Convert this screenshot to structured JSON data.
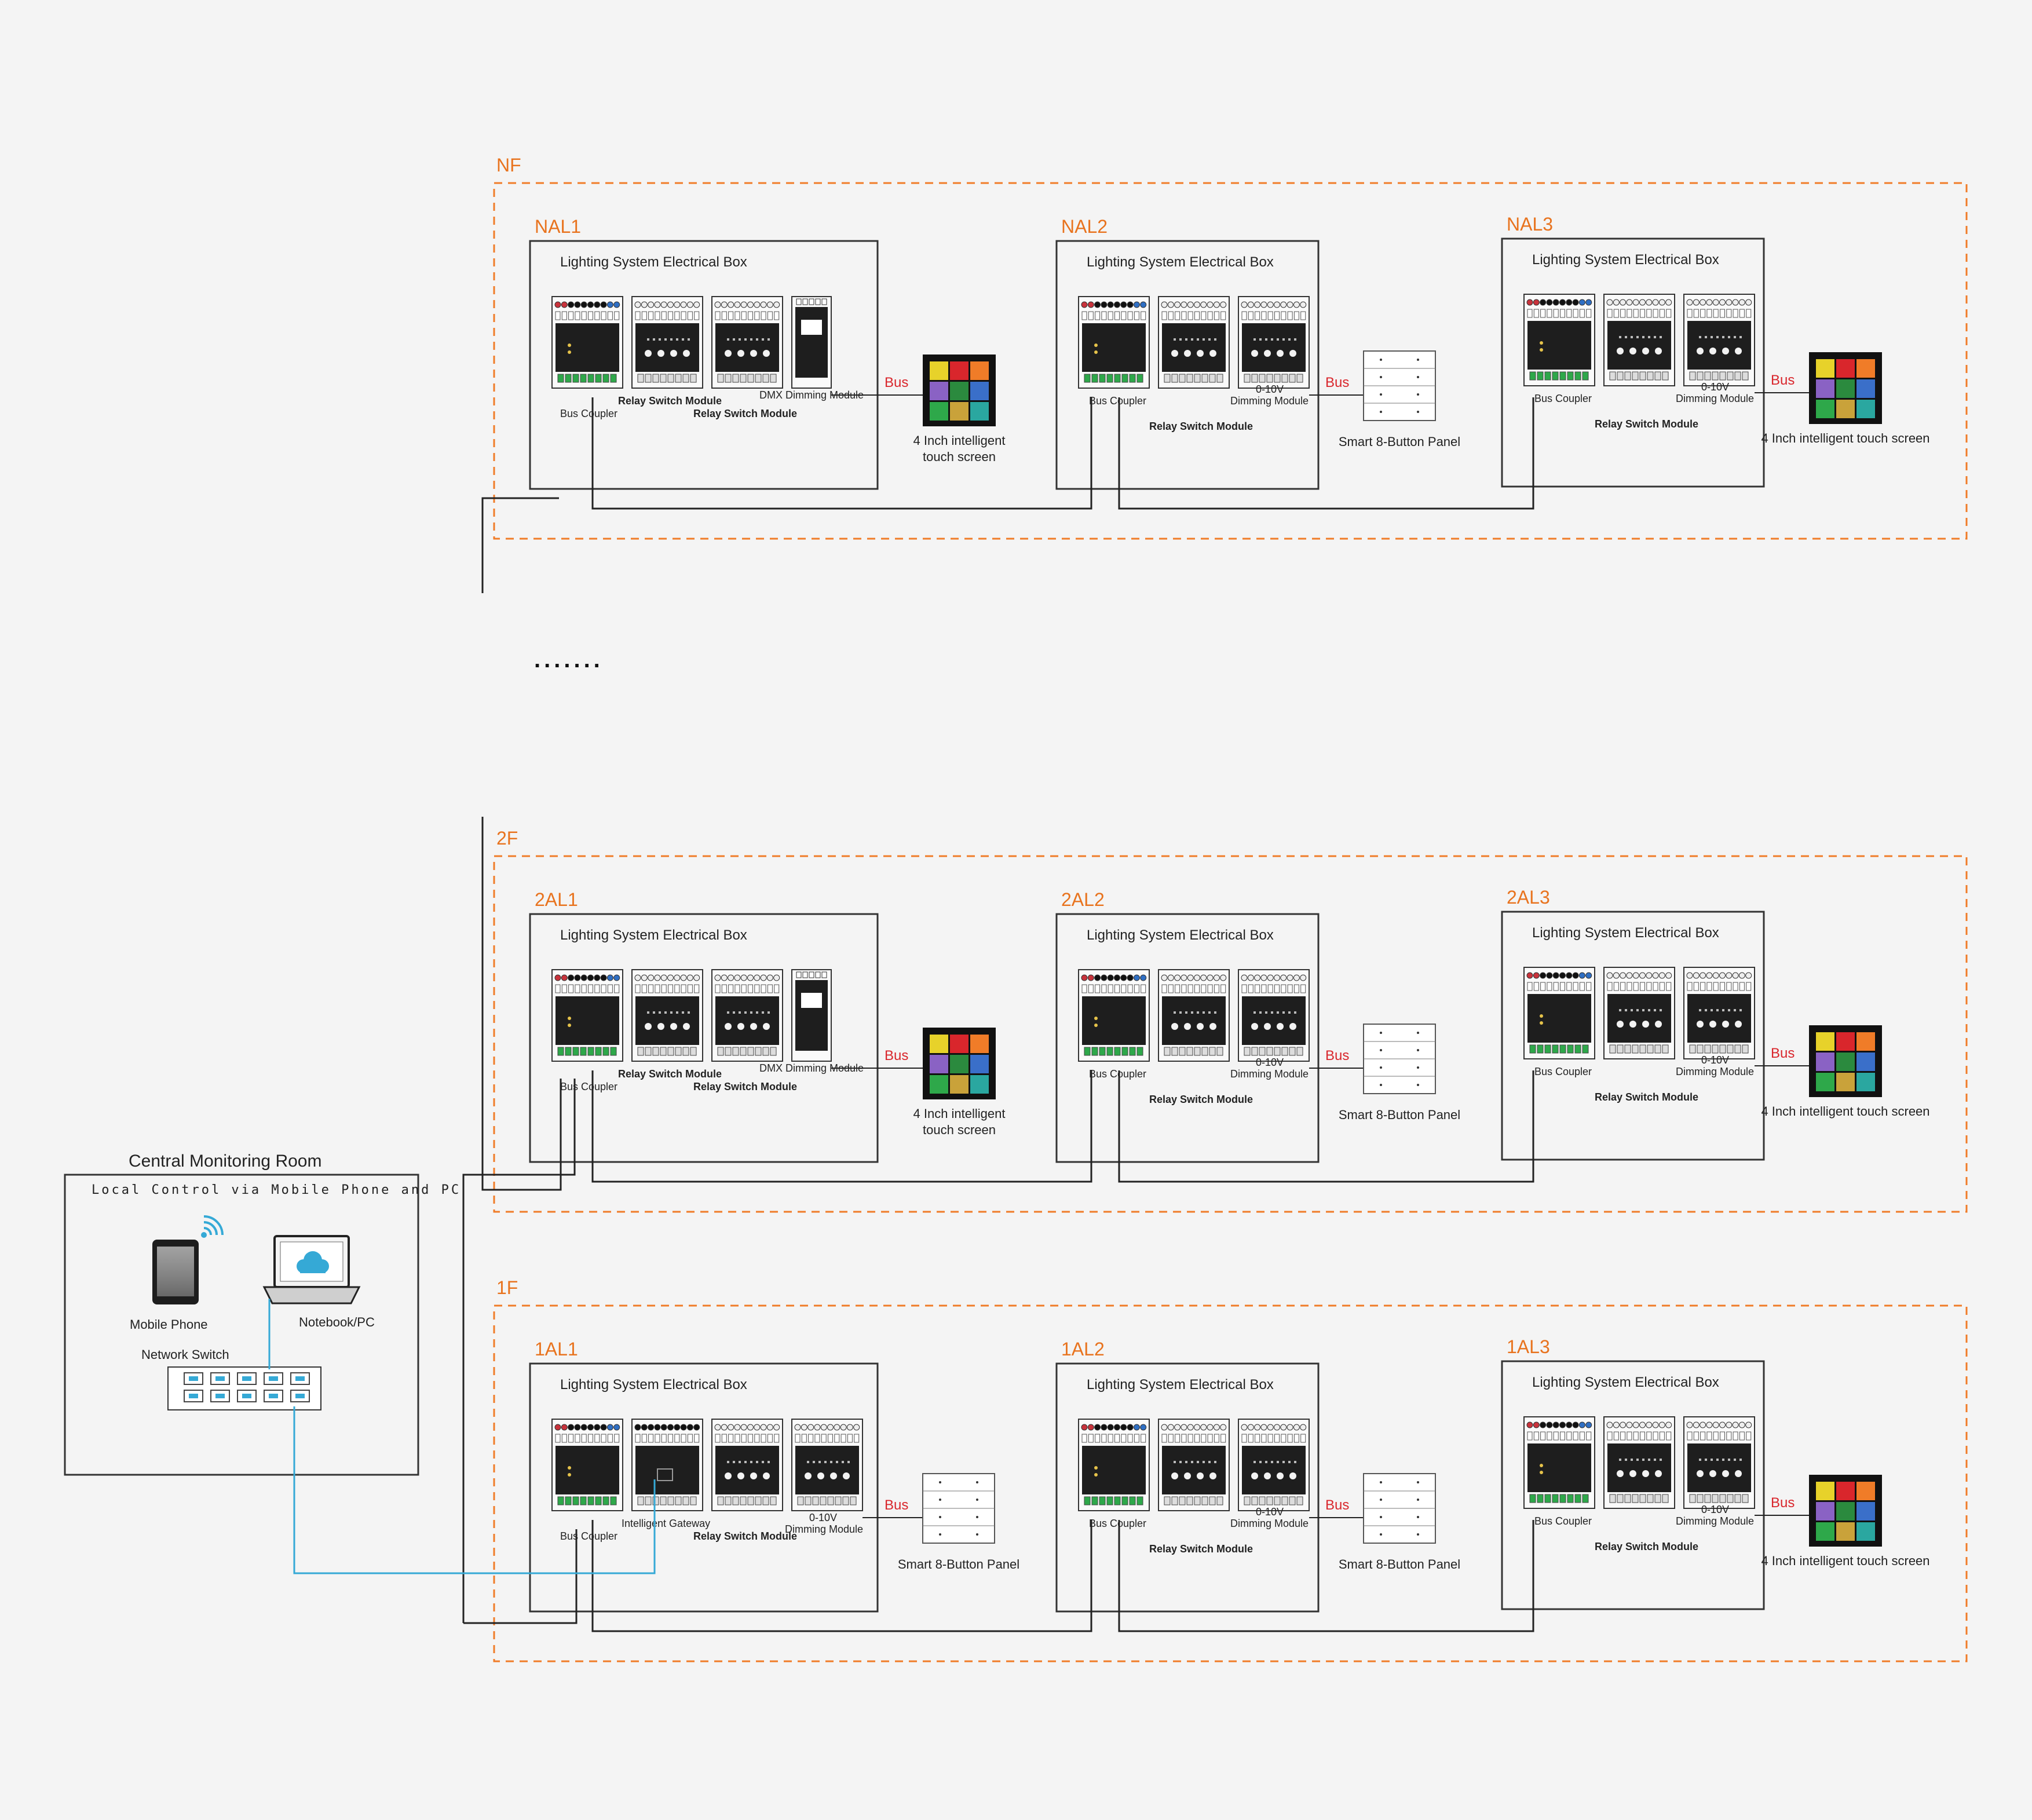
{
  "colors": {
    "background": "#f4f4f4",
    "floor_border": "#f07c28",
    "floor_label": "#e8731e",
    "bus_label": "#d9262c",
    "network_cable": "#35a9d6",
    "wire": "#222222"
  },
  "floors": [
    {
      "label": "NF",
      "boxes": [
        {
          "label": "NAL1",
          "title": "Lighting System Electrical Box",
          "modules": [
            "coupler",
            "relay",
            "relay",
            "dmx"
          ],
          "texts": [
            "Bus Coupler",
            "Relay Switch Module",
            "Relay Switch Module",
            "DMX Dimming Module"
          ],
          "bus": "Bus",
          "device": "screen",
          "device_label": [
            "4 Inch intelligent",
            "touch screen"
          ]
        },
        {
          "label": "NAL2",
          "title": "Lighting System Electrical Box",
          "modules": [
            "coupler",
            "relay",
            "dim010"
          ],
          "texts": [
            "Bus Coupler",
            "Relay Switch Module",
            "0-10V",
            "Dimming Module"
          ],
          "bus": "Bus",
          "device": "panel",
          "device_label": [
            "Smart 8-Button Panel"
          ]
        },
        {
          "label": "NAL3",
          "title": "Lighting System Electrical Box",
          "modules": [
            "coupler",
            "relay",
            "dim010"
          ],
          "texts": [
            "Bus Coupler",
            "Relay Switch Module",
            "0-10V",
            "Dimming Module"
          ],
          "bus": "Bus",
          "device": "screen",
          "device_label": [
            "4 Inch intelligent touch screen"
          ]
        }
      ]
    },
    {
      "label": "2F",
      "boxes": [
        {
          "label": "2AL1",
          "title": "Lighting System Electrical Box",
          "modules": [
            "coupler",
            "relay",
            "relay",
            "dmx"
          ],
          "texts": [
            "Bus Coupler",
            "Relay Switch Module",
            "Relay Switch Module",
            "DMX Dimming Module"
          ],
          "bus": "Bus",
          "device": "screen",
          "device_label": [
            "4 Inch intelligent",
            "touch screen"
          ]
        },
        {
          "label": "2AL2",
          "title": "Lighting System Electrical Box",
          "modules": [
            "coupler",
            "relay",
            "dim010"
          ],
          "texts": [
            "Bus Coupler",
            "Relay Switch Module",
            "0-10V",
            "Dimming Module"
          ],
          "bus": "Bus",
          "device": "panel",
          "device_label": [
            "Smart 8-Button Panel"
          ]
        },
        {
          "label": "2AL3",
          "title": "Lighting System Electrical Box",
          "modules": [
            "coupler",
            "relay",
            "dim010"
          ],
          "texts": [
            "Bus Coupler",
            "Relay Switch Module",
            "0-10V",
            "Dimming Module"
          ],
          "bus": "Bus",
          "device": "screen",
          "device_label": [
            "4 Inch intelligent touch screen"
          ]
        }
      ]
    },
    {
      "label": "1F",
      "boxes": [
        {
          "label": "1AL1",
          "title": "Lighting System Electrical Box",
          "modules": [
            "coupler",
            "gateway",
            "relay",
            "dim010"
          ],
          "texts": [
            "Bus Coupler",
            "Intelligent Gateway",
            "Relay Switch Module",
            "0-10V",
            "Dimming Module"
          ],
          "bus": "Bus",
          "device": "panel",
          "device_label": [
            "Smart 8-Button Panel"
          ]
        },
        {
          "label": "1AL2",
          "title": "Lighting System Electrical Box",
          "modules": [
            "coupler",
            "relay",
            "dim010"
          ],
          "texts": [
            "Bus Coupler",
            "Relay Switch Module",
            "0-10V",
            "Dimming Module"
          ],
          "bus": "Bus",
          "device": "panel",
          "device_label": [
            "Smart 8-Button Panel"
          ]
        },
        {
          "label": "1AL3",
          "title": "Lighting System Electrical Box",
          "modules": [
            "coupler",
            "relay",
            "dim010"
          ],
          "texts": [
            "Bus Coupler",
            "Relay Switch Module",
            "0-10V",
            "Dimming Module"
          ],
          "bus": "Bus",
          "device": "screen",
          "device_label": [
            "4 Inch intelligent touch screen"
          ]
        }
      ]
    }
  ],
  "ellipsis": ".......",
  "central_room": {
    "title": "Central Monitoring Room",
    "subtitle": "Local Control via Mobile Phone and PC",
    "phone_label": "Mobile Phone",
    "notebook_label": "Notebook/PC",
    "switch_label": "Network Switch"
  },
  "icons": {
    "phone": "mobile-phone-icon",
    "wifi": "wifi-icon",
    "laptop": "laptop-icon",
    "cloud": "cloud-icon",
    "switch": "network-switch-icon",
    "screen": "touch-screen-icon",
    "panel": "button-panel-icon"
  }
}
